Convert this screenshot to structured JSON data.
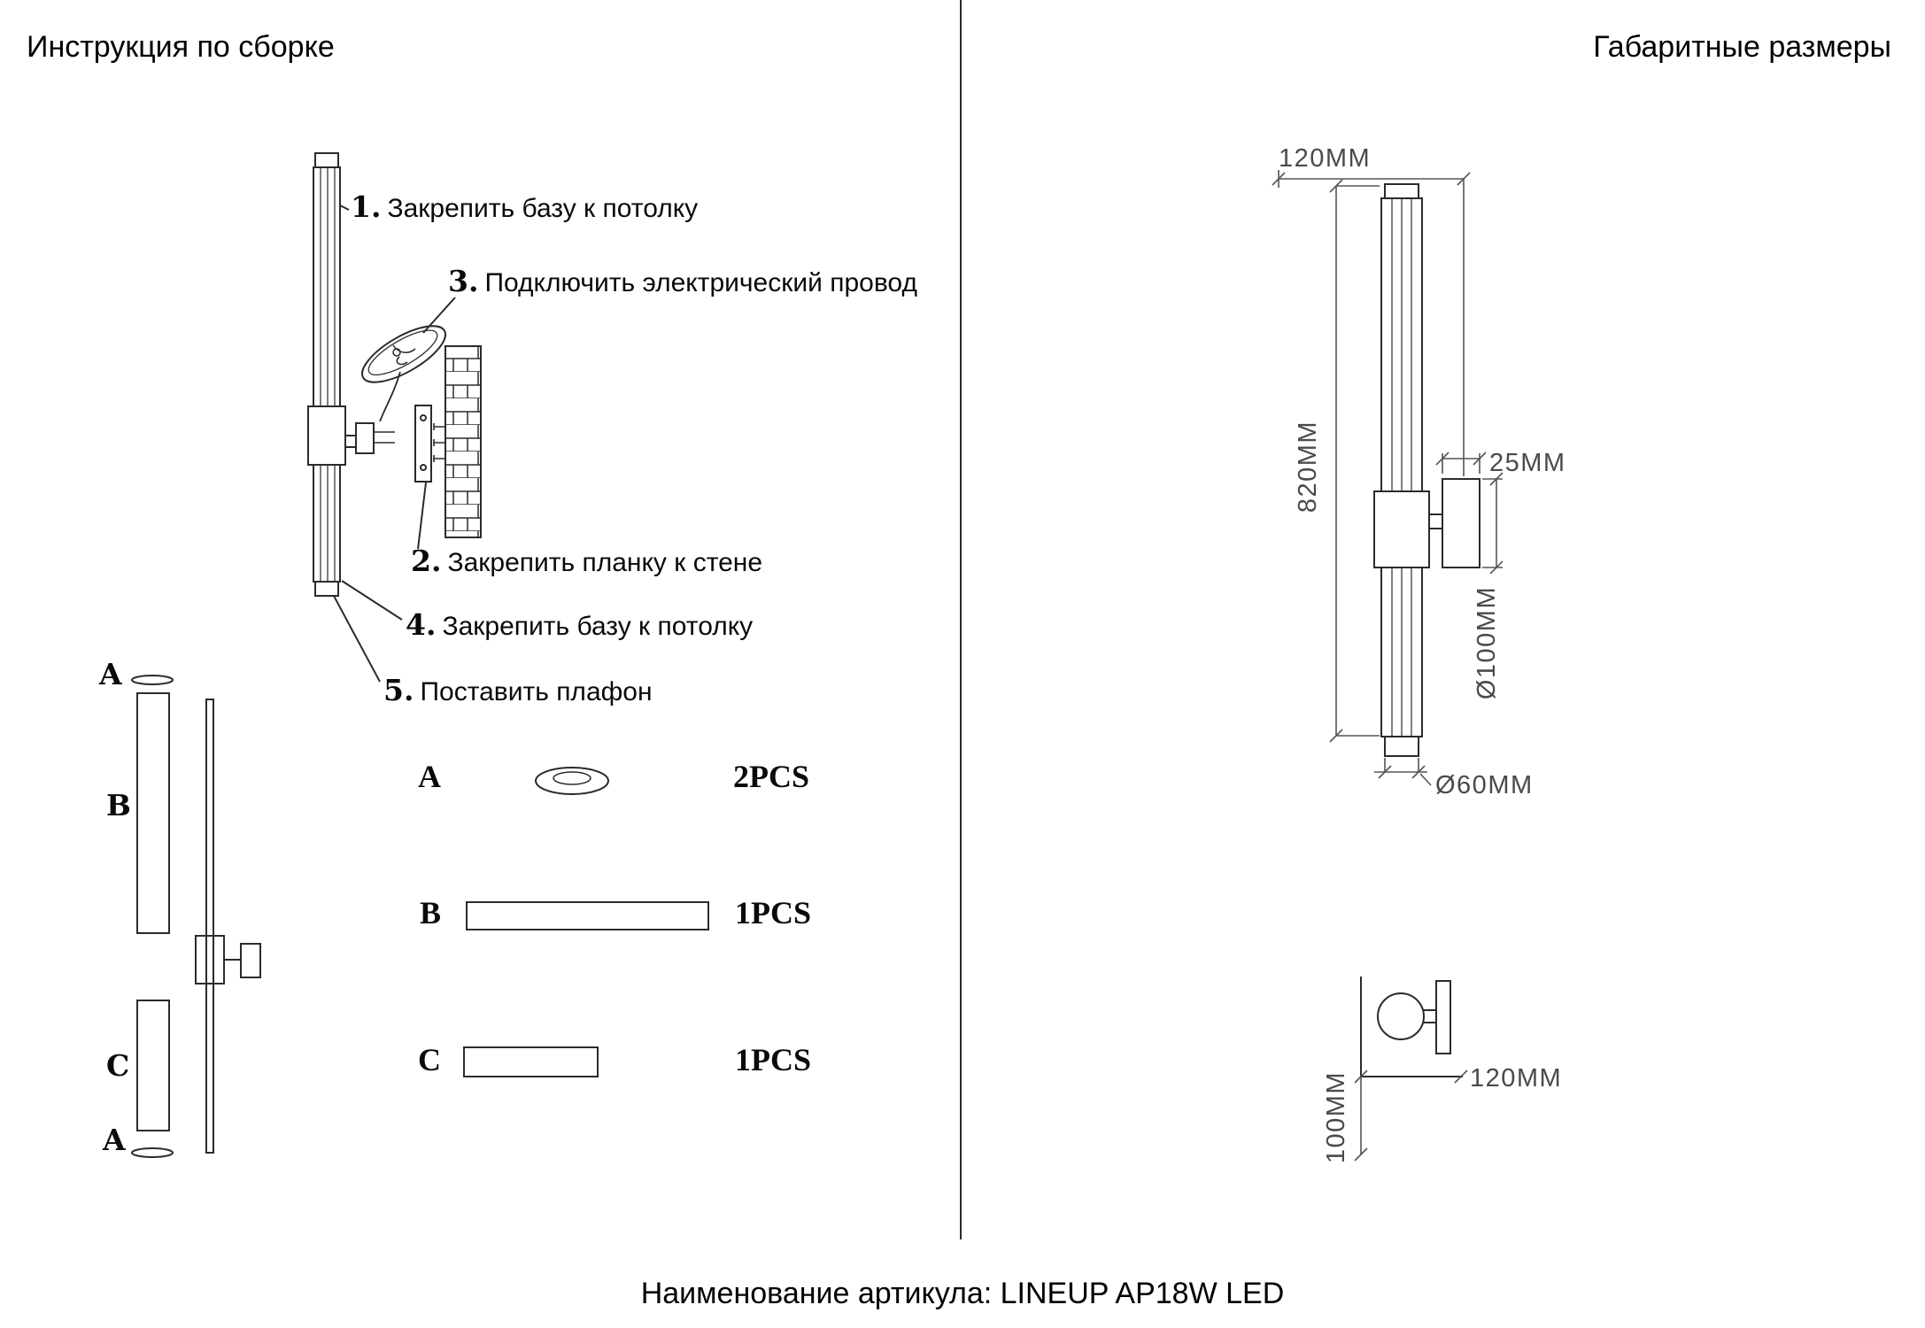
{
  "page": {
    "title_left": "Инструкция по сборке",
    "title_right": "Габаритные размеры",
    "footer": "Наименование артикула: LINEUP AP18W LED"
  },
  "steps": [
    {
      "num": "1.",
      "text": "Закрепить базу к потолку"
    },
    {
      "num": "3.",
      "text": "Подключить электрический провод"
    },
    {
      "num": "2.",
      "text": "Закрепить планку к стене"
    },
    {
      "num": "4.",
      "text": "Закрепить базу к потолку"
    },
    {
      "num": "5.",
      "text": "Поставить плафон"
    }
  ],
  "exploded": {
    "labels": [
      "A",
      "B",
      "C",
      "A"
    ]
  },
  "parts": [
    {
      "label": "A",
      "qty": "2PCS"
    },
    {
      "label": "B",
      "qty": "1PCS"
    },
    {
      "label": "C",
      "qty": "1PCS"
    }
  ],
  "dimensions": {
    "top_width": "120MM",
    "height": "820MM",
    "disc_thickness": "25MM",
    "disc_diameter": "Ø100MM",
    "tube_diameter": "Ø60MM",
    "bracket_height": "100MM",
    "bracket_depth": "120MM"
  },
  "colors": {
    "line": "#2b2b2b",
    "dim_text": "#4a4a4a"
  }
}
